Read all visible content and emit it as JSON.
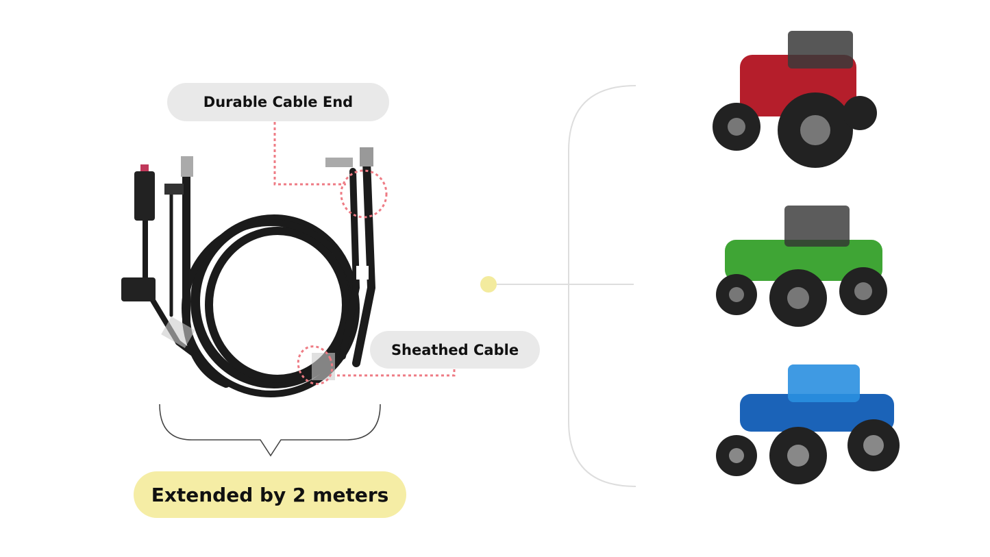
{
  "labels": {
    "durable_end": "Durable Cable End",
    "sheathed": "Sheathed Cable",
    "extended": "Extended by 2 meters"
  },
  "images": [
    "cable-harness",
    "red-tractor",
    "green-tractor",
    "blue-tractor"
  ],
  "colors": {
    "callout_dots": "#ee7b84",
    "label_bg": "#e9e9e9",
    "highlight_bg": "#f5eda5",
    "connector_dot": "#f3eb9e",
    "bracket_line": "#dddddd"
  }
}
